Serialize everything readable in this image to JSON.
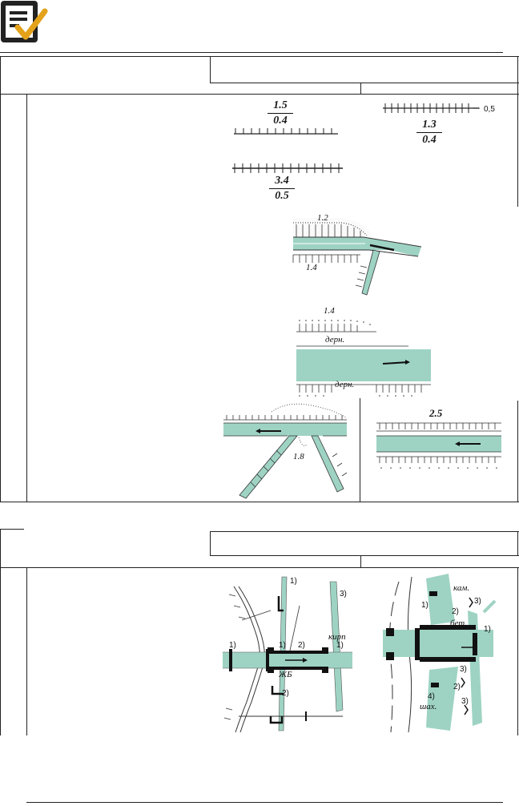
{
  "sections": {
    "first": {
      "scales": {
        "left_top": {
          "numerator": "1.5",
          "denominator": "0.4"
        },
        "left_bottom": {
          "numerator": "3.4",
          "denominator": "0.5"
        },
        "right": {
          "numerator": "1.3",
          "denominator": "0.4",
          "side_value": "0,5"
        }
      },
      "diagram_a": {
        "top": "1.2",
        "bottom": "1.4"
      },
      "diagram_b": {
        "top": "1.4",
        "turf_upper": "дерн.",
        "turf_lower": "дерн."
      },
      "diagram_c": {
        "value": "1.8"
      },
      "diagram_d": {
        "value": "2.5"
      }
    },
    "second": {
      "map_left": {
        "marker_1a": "1)",
        "marker_1b": "1)",
        "marker_1c": "1)",
        "marker_1d": "1)",
        "marker_2a": "2)",
        "marker_2b": "2)",
        "marker_3": "3)",
        "label_brick": "кирп",
        "label_rc": "ЖБ"
      },
      "map_right": {
        "label_stone": "кам.",
        "label_concrete": "бет.",
        "label_gravel": "шах.",
        "marker_1a": "1)",
        "marker_1b": "1)",
        "marker_2a": "2)",
        "marker_2b": "2)",
        "marker_3a": "3)",
        "marker_3b": "3)",
        "marker_3c": "3)",
        "marker_4": "4)"
      }
    }
  },
  "colors": {
    "water": "#9ed3c3",
    "water_dark": "#7cc0ae",
    "ink": "#222222"
  }
}
